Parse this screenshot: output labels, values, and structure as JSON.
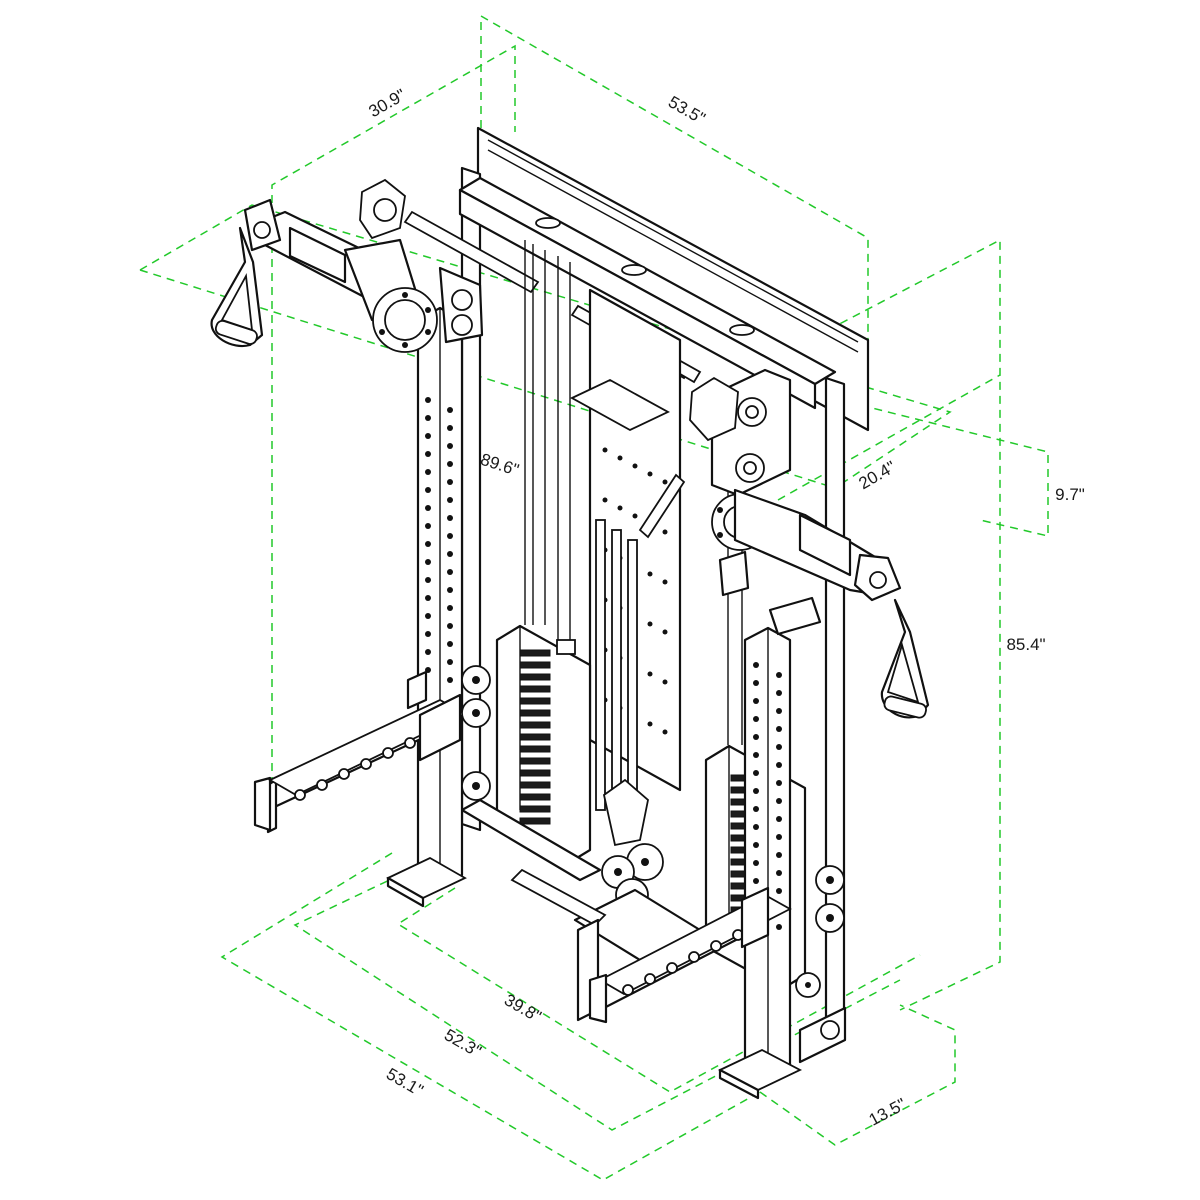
{
  "dimensions": {
    "top_depth": "30.9\"",
    "top_width": "53.5\"",
    "arm_span": "89.6\"",
    "arm_depth": "20.4\"",
    "arm_height_offset": "9.7\"",
    "overall_height": "85.4\"",
    "inner_width": "39.8\"",
    "base_width": "52.3\"",
    "footprint_width": "53.1\"",
    "base_depth": "13.5\""
  },
  "colors": {
    "dimension_lines": "#22c92a",
    "line_art": "#111111",
    "background": "#ffffff"
  }
}
